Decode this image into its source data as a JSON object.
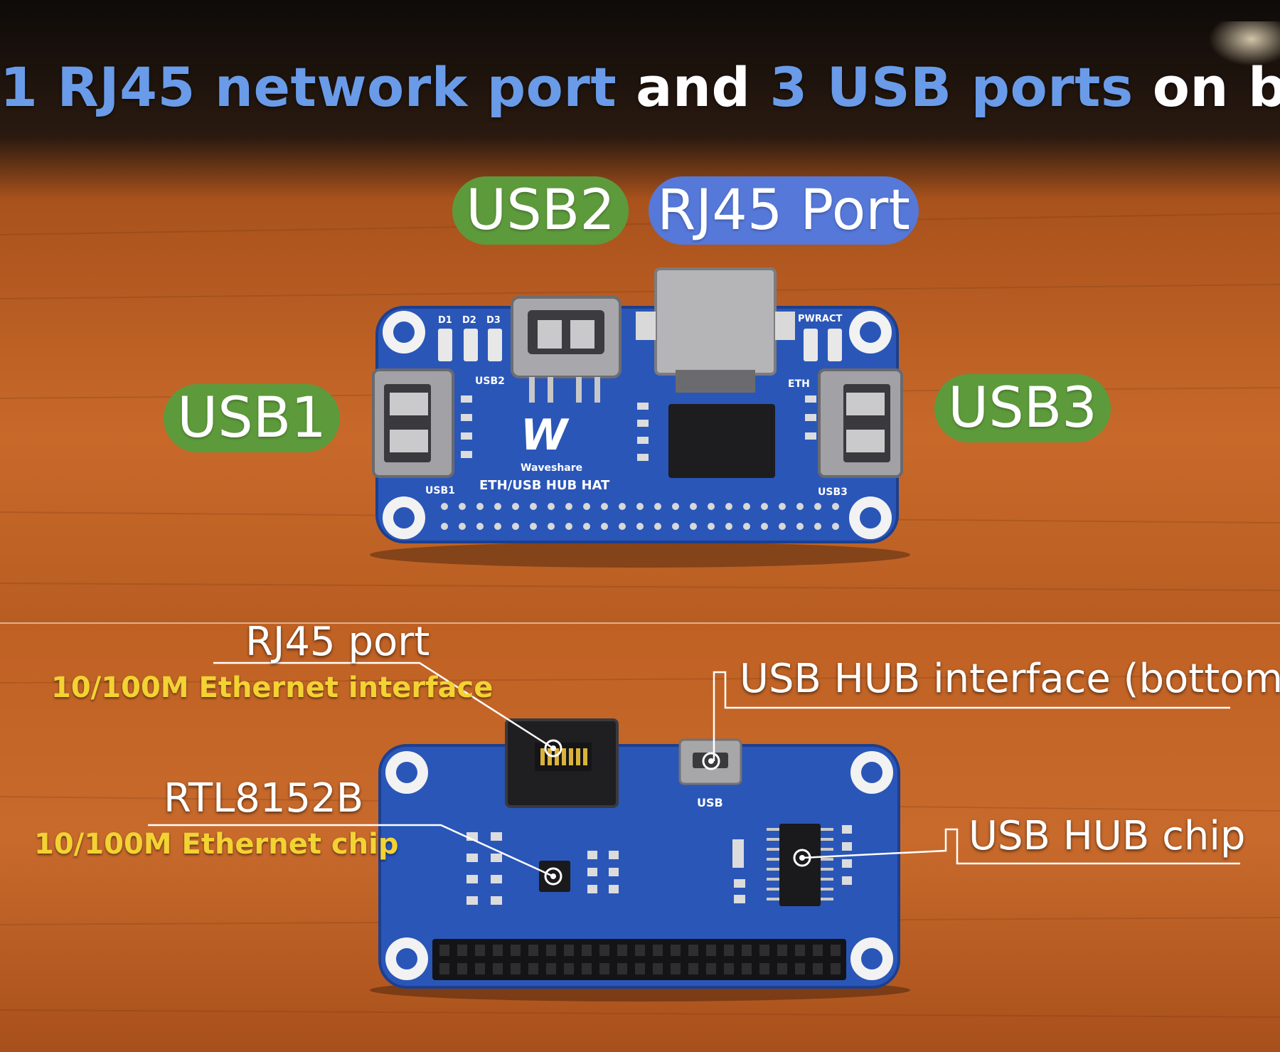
{
  "headline": {
    "part1": "1 RJ45 network port",
    "part2": " and ",
    "part3": "3 USB ports",
    "part4": " on board"
  },
  "top_labels": {
    "usb1": "USB1",
    "usb2": "USB2",
    "usb3": "USB3",
    "rj45": "RJ45 Port"
  },
  "board_top": {
    "silk_d1": "D1",
    "silk_d2": "D2",
    "silk_d3": "D3",
    "silk_pwract": "PWRACT",
    "silk_usb2": "USB2",
    "silk_eth": "ETH",
    "silk_usb1": "USB1",
    "silk_usb3": "USB3",
    "brand": "Waveshare",
    "product": "ETH/USB HUB HAT",
    "logo": "W"
  },
  "board_bottom": {
    "silk_usb": "USB"
  },
  "callouts": {
    "rj45": {
      "title": "RJ45 port",
      "subtitle": "10/100M Ethernet interface"
    },
    "usb_hub_iface": {
      "title": "USB HUB interface (bottom)"
    },
    "rtl": {
      "title": "RTL8152B",
      "subtitle": "10/100M Ethernet chip"
    },
    "usb_hub_chip": {
      "title": "USB HUB chip"
    }
  },
  "colors": {
    "pcb_blue": "#2a56b8",
    "label_green": "#5d9a3b",
    "label_blue": "#5578d9",
    "headline_blue": "#6a9be8",
    "subtitle_yellow": "#f3d233"
  }
}
